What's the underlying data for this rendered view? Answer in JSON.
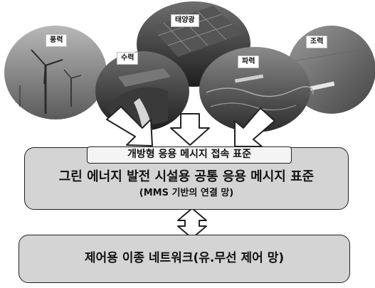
{
  "sources": {
    "wind": "풍력",
    "hydro": "수력",
    "solar": "태양광",
    "wave": "파력",
    "tidal": "조력"
  },
  "standard_box": {
    "tab_label": "개방형 응용 메시지 접속 표준",
    "title": "그린 에너지 발전 시설용 공통 응용 메시지 표준",
    "subtitle": "(MMS 기반의 연결 망)"
  },
  "network_box": {
    "title": "제어용 이종 네트워크(유.무선 제어 망)"
  }
}
